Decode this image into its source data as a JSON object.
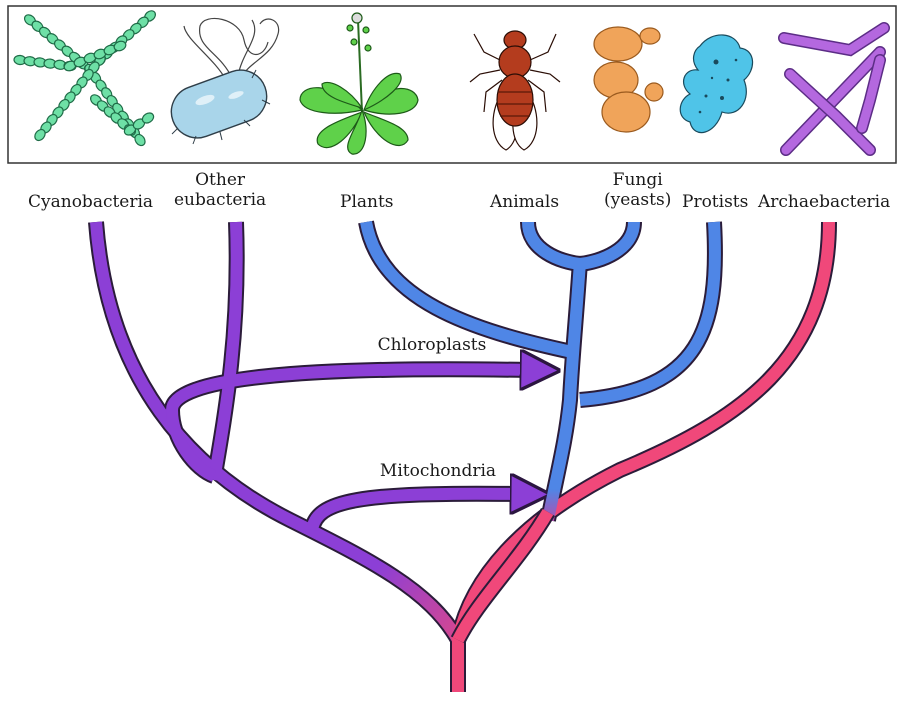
{
  "taxa": {
    "cyanobacteria": "Cyanobacteria",
    "other_eubacteria_line1": "Other",
    "other_eubacteria_line2": "eubacteria",
    "plants": "Plants",
    "animals": "Animals",
    "fungi_line1": "Fungi",
    "fungi_line2": "(yeasts)",
    "protists": "Protists",
    "archaebacteria": "Archaebacteria"
  },
  "events": {
    "chloroplasts": "Chloroplasts",
    "mitochondria": "Mitochondria"
  },
  "colors": {
    "eubacteria_lineage": "#8c3fd6",
    "eukaryote_lineage": "#4f86e6",
    "archaea_root_lineage": "#f0487a",
    "cyanobacteria_icon": "#6ee0a6",
    "eubacterium_icon": "#a9d5ea",
    "plant_icon": "#5fd14a",
    "animal_icon": "#b43c1e",
    "yeast_icon": "#f0a45a",
    "protist_icon": "#4fc4e8",
    "archaebacteria_icon": "#b468df"
  },
  "icons": [
    "cyanobacteria-filament-icon",
    "rod-bacterium-icon",
    "plant-icon",
    "fly-icon",
    "yeast-icon",
    "amoeba-icon",
    "archaebacteria-filament-icon"
  ]
}
